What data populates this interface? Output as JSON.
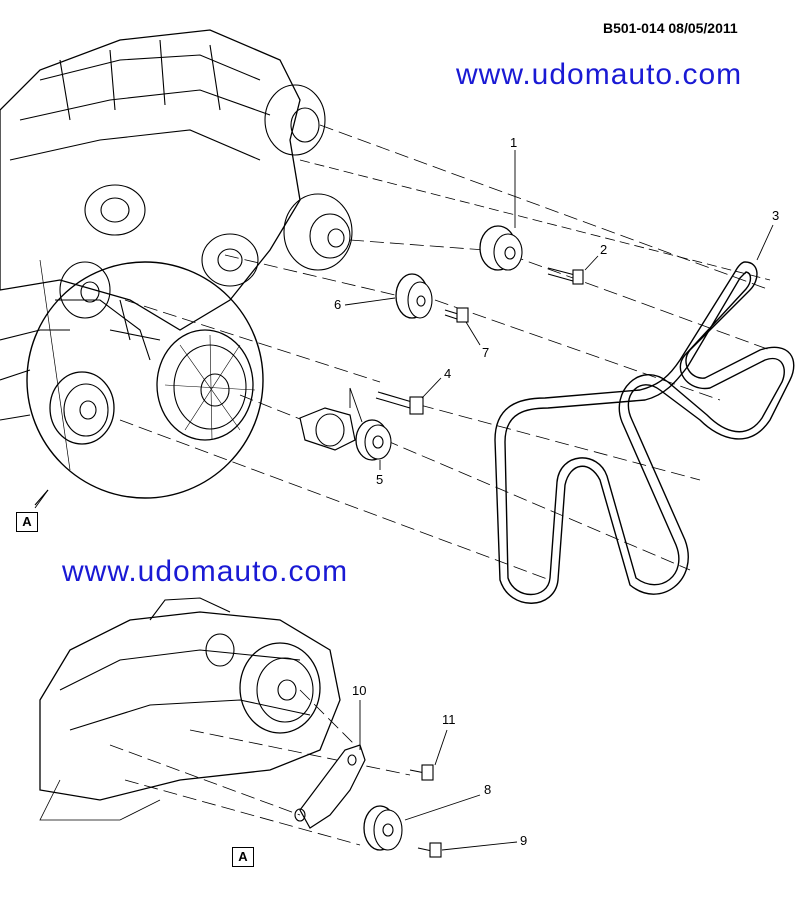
{
  "header": {
    "doc_id": "B501-014",
    "date": "08/05/2011",
    "doc_line": "B501-014  08/05/2011"
  },
  "watermarks": [
    "www.udomauto.com",
    "www.udomauto.com"
  ],
  "view_tags": [
    "A",
    "A"
  ],
  "callouts": [
    "1",
    "2",
    "3",
    "4",
    "5",
    "6",
    "7",
    "8",
    "9",
    "10",
    "11"
  ],
  "colors": {
    "ink": "#000000",
    "watermark": "#1a1ad4",
    "background": "#ffffff"
  }
}
